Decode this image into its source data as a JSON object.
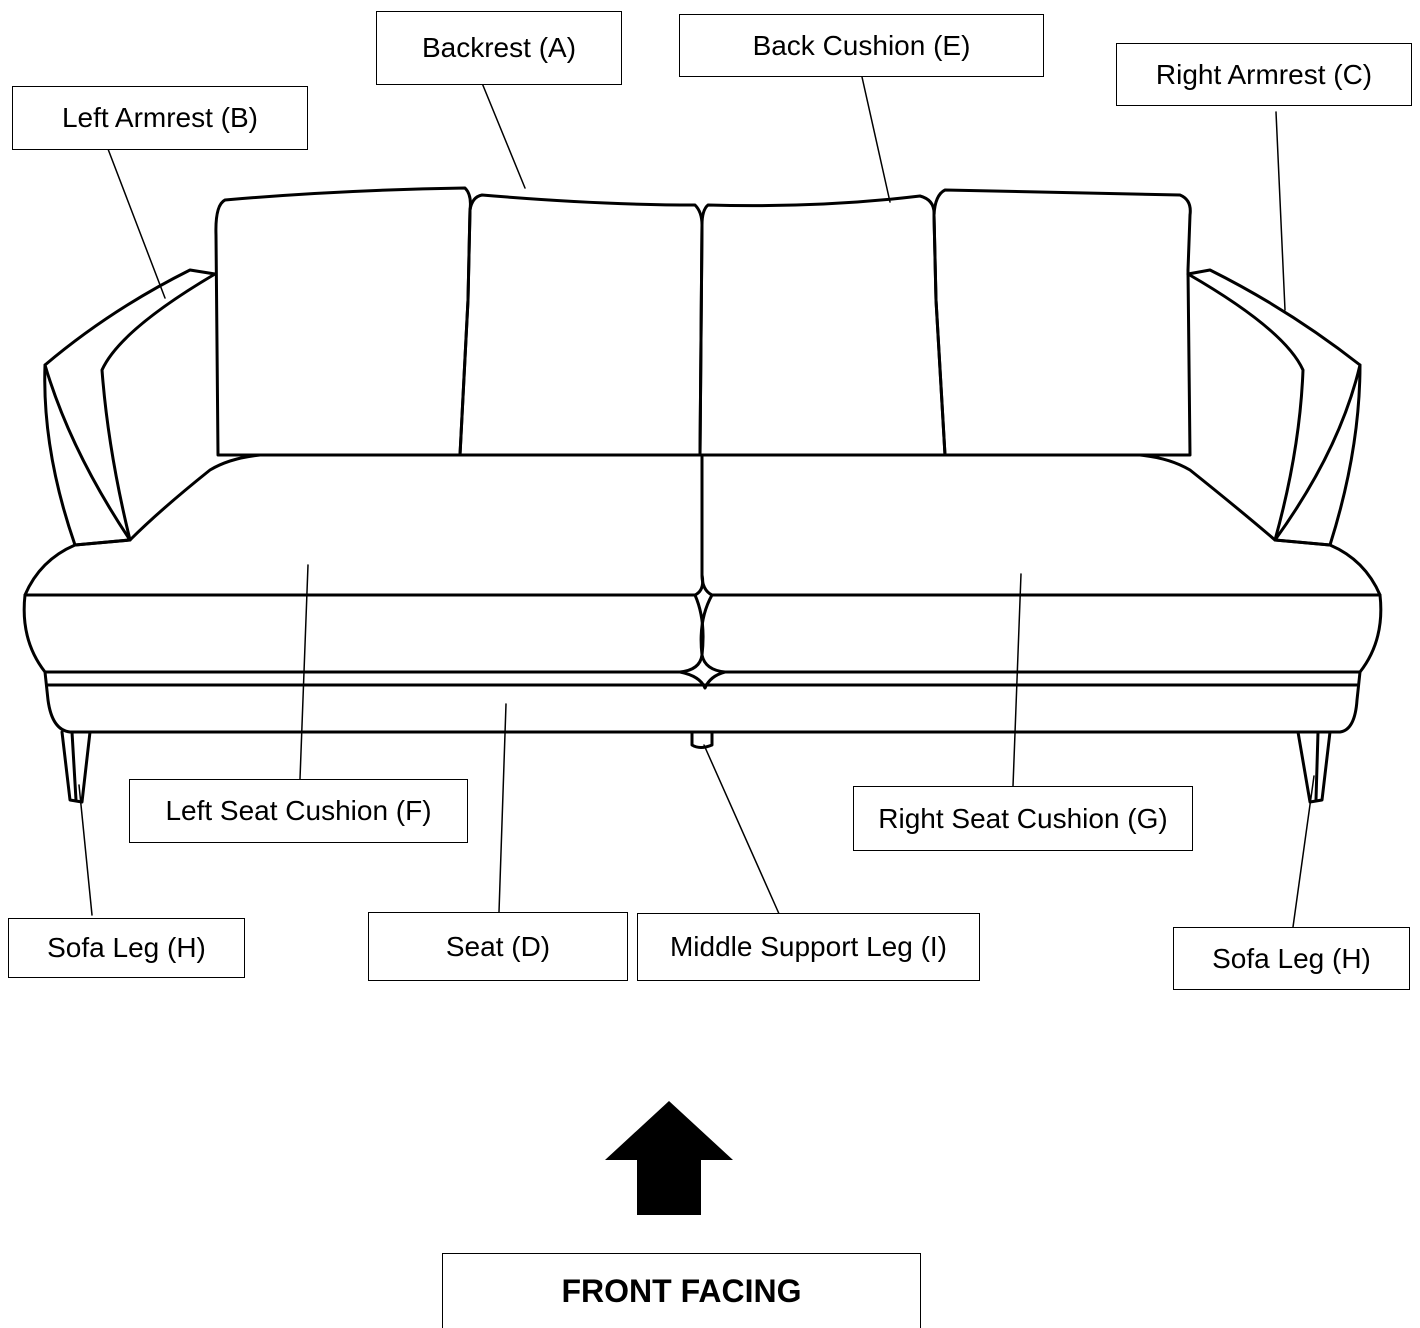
{
  "labels": {
    "backrest": "Backrest (A)",
    "back_cushion": "Back Cushion (E)",
    "left_armrest": "Left Armrest (B)",
    "right_armrest": "Right Armrest (C)",
    "left_seat_cushion": "Left Seat Cushion (F)",
    "right_seat_cushion": "Right Seat Cushion (G)",
    "sofa_leg_left": "Sofa Leg (H)",
    "seat": "Seat (D)",
    "middle_support_leg": "Middle Support Leg (I)",
    "sofa_leg_right": "Sofa Leg (H)"
  },
  "front_facing": "FRONT FACING",
  "icons": {
    "front_arrow": "up-arrow-icon"
  },
  "colors": {
    "line": "#000000",
    "background": "#ffffff"
  }
}
